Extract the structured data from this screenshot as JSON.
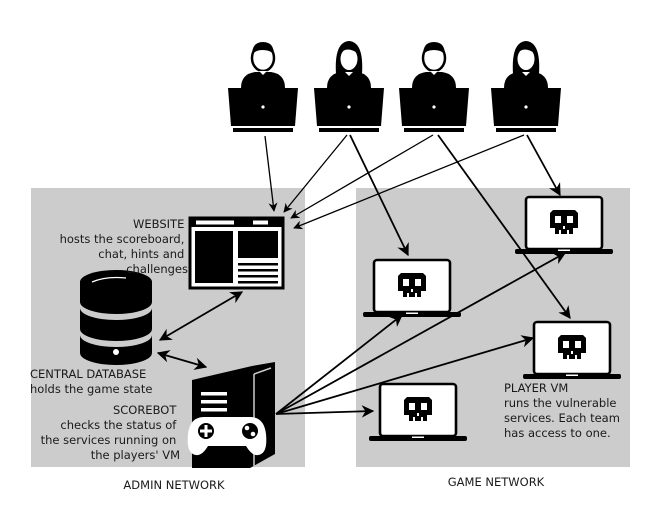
{
  "networks": {
    "admin": {
      "label": "ADMIN NETWORK",
      "color": "#cccccc"
    },
    "game": {
      "label": "GAME NETWORK",
      "color": "#cccccc"
    }
  },
  "players": [
    {
      "gender": "male",
      "icon": "player-laptop-icon"
    },
    {
      "gender": "female",
      "icon": "player-laptop-icon"
    },
    {
      "gender": "male",
      "icon": "player-laptop-icon"
    },
    {
      "gender": "female",
      "icon": "player-laptop-icon"
    }
  ],
  "website": {
    "title": "WEBSITE",
    "description": [
      "hosts the scoreboard,",
      "chat, hints and",
      "challenges"
    ],
    "icon": "browser-window-icon"
  },
  "database": {
    "title": "CENTRAL DATABASE",
    "description": [
      "holds the game state"
    ],
    "icon": "database-icon"
  },
  "scorebot": {
    "title": "SCOREBOT",
    "description": [
      "checks the status of",
      "the services running on",
      "the players' VM"
    ],
    "icon": "gamepad-server-icon"
  },
  "player_vm": {
    "title": "PLAYER VM",
    "description": [
      "runs the vulnerable",
      "services. Each team",
      "has access to one."
    ],
    "icon": "skull-laptop-icon",
    "count": 4
  },
  "colors": {
    "ink": "#000000",
    "text": "#1a1a1a",
    "background": "#ffffff"
  }
}
